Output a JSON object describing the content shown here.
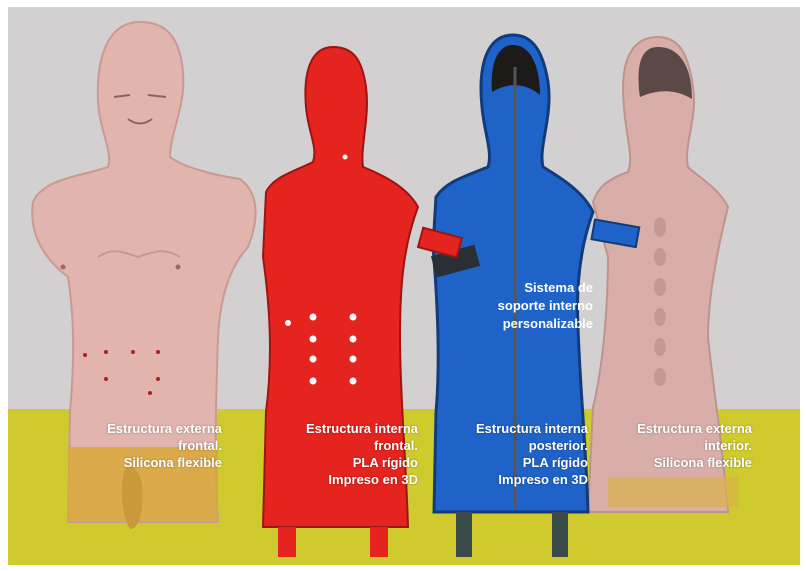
{
  "captions": [
    {
      "lines": [
        "Estructura externa",
        "frontal.",
        "Silicona flexible"
      ]
    },
    {
      "lines": [
        "Estructura interna",
        "frontal.",
        "PLA rígido",
        "Impreso en 3D"
      ]
    },
    {
      "lines": [
        "Estructura interna",
        "posterior.",
        "PLA rígido",
        "Impreso en 3D"
      ]
    },
    {
      "lines": [
        "Estructura externa",
        "interior.",
        "Silicona flexible"
      ]
    }
  ],
  "support_label": {
    "lines": [
      "Sistema de",
      "soporte interno",
      "personalizable"
    ]
  },
  "colors": {
    "background": "#d2d0d0",
    "floor": "#cfcb2e",
    "silicone": "#e2b4ae",
    "pla_red": "#e5231f",
    "pla_blue": "#1f63c8"
  }
}
